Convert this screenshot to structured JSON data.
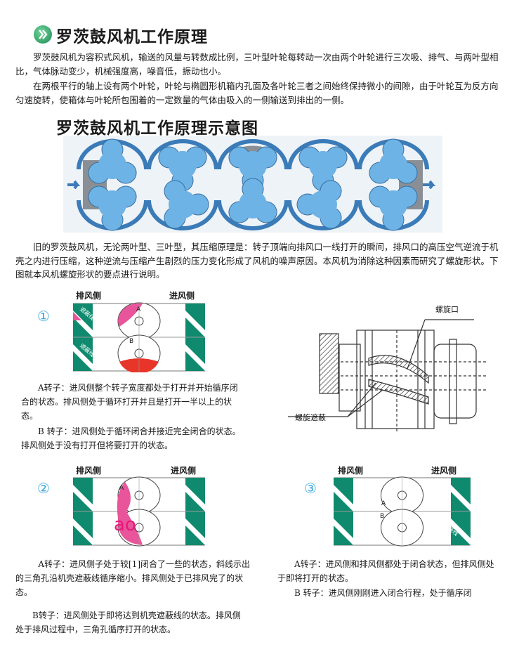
{
  "title": "罗茨鼓风机工作原理",
  "intro": [
    "罗茨鼓风机为容积式风机，输送的风量与转数成比例，三叶型叶轮每转动一次由两个叶轮进行三次吸、排气、与两叶型相比，气体脉动变少，机械强度高，噪音低，振动也小。",
    "在两根平行的轴上设有两个叶轮，叶轮与椭圆形机箱内孔面及各叶轮三者之间始终保持微小的间隙，由于叶轮互为反方向匀速旋转，使箱体与叶轮所包围着的一定数量的气体由吸入的一侧输送到排出的一侧。"
  ],
  "diagram_title": "罗茨鼓风机工作原理示意图",
  "explanation": "旧的罗茨鼓风机，无论两叶型、三叶型，其压缩原理是：转子顶端向排风口一线打开的瞬间，排风口的高压空气逆流于机壳之内进行压缩，这种逆流与压缩产生剧烈的压力变化形成了风机的噪声原因。本风机为消除这种因素而研究了螺旋形状。下图就本风机螺旋形状的要点进行说明。",
  "labels": {
    "exhaust_side": "排风侧",
    "intake_side": "进风侧",
    "shield_line": "遮蔽线",
    "rotor_a": "A",
    "rotor_b": "B",
    "overlay": "ao"
  },
  "drawing": {
    "spiral_port": "螺旋口",
    "spiral_shield": "螺旋遮蔽"
  },
  "figures": [
    {
      "number": "①",
      "text_a": "A转子：进风侧整个转子宽度都处于打开并开始循序闭合的状态。排风侧处于循环打开并且是打开一半以上的状态。",
      "text_b": "B 转子：进风侧处于循环闭合并接近完全闭合的状态。排风侧处于没有打开但将要打开的状态。"
    },
    {
      "number": "②",
      "text_a": "A转子：进风侧子处于较[1]闭合了一些的状态，斜线示出的三角孔沿机壳遮蔽线循序缩小。排风侧处于已排风完了的状态。",
      "text_b": "B转子：进风侧处于即将达到机壳遮蔽线的状态。排风侧处于排风过程中，三角孔循序打开的状态。"
    },
    {
      "number": "③",
      "text_a": "A转子：进风侧和排风侧都处于闭合状态，但排风侧处于即将打开的状态。",
      "text_b": "B 转子：进风侧刚刚进入闭合行程，处于循序闭"
    }
  ],
  "colors": {
    "green": "#0f8a6e",
    "pink": "#e8559a",
    "red": "#e8352a",
    "blue": "#6db3e6",
    "accent": "#3aa8e0"
  }
}
